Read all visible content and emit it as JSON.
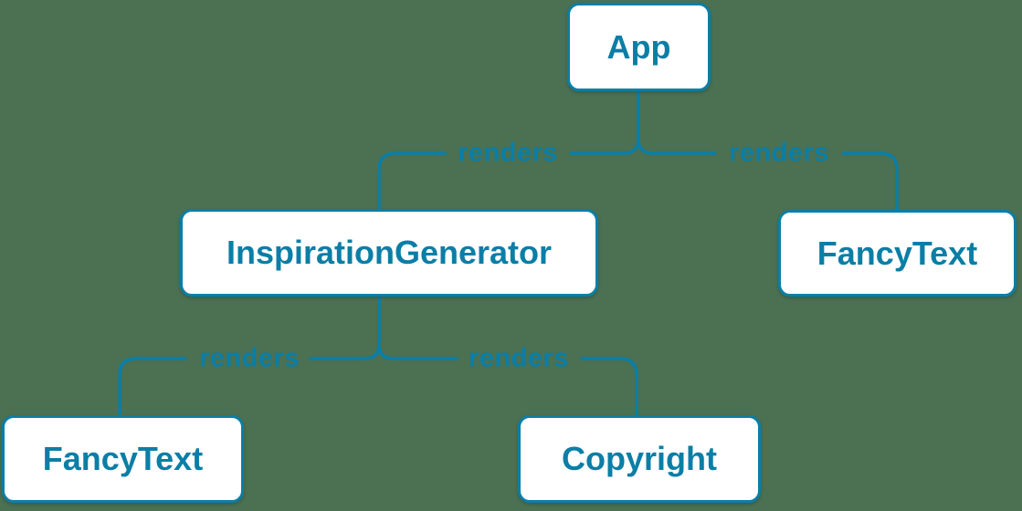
{
  "diagram": {
    "kind": "component-render-tree",
    "colors": {
      "background": "#4b7052",
      "node_fill": "#ffffff",
      "accent": "#0b7ea6"
    },
    "nodes": [
      {
        "id": "app",
        "label": "App"
      },
      {
        "id": "inspiration-generator",
        "label": "InspirationGenerator"
      },
      {
        "id": "fancy-text-right",
        "label": "FancyText"
      },
      {
        "id": "fancy-text-bottom",
        "label": "FancyText"
      },
      {
        "id": "copyright",
        "label": "Copyright"
      }
    ],
    "edges": [
      {
        "from": "App",
        "to": "InspirationGenerator",
        "label": "renders"
      },
      {
        "from": "App",
        "to": "FancyText",
        "label": "renders"
      },
      {
        "from": "InspirationGenerator",
        "to": "FancyText",
        "label": "renders"
      },
      {
        "from": "InspirationGenerator",
        "to": "Copyright",
        "label": "renders"
      }
    ]
  }
}
